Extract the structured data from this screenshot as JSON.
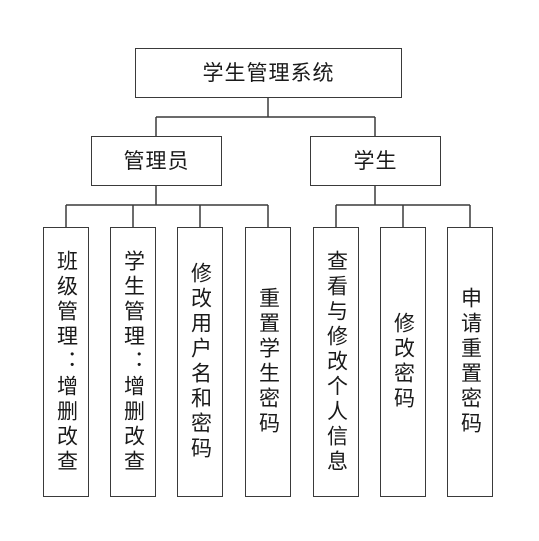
{
  "root": {
    "label": "学生管理系统"
  },
  "groups": [
    {
      "label": "管理员",
      "children": [
        {
          "label": "班级管理：增删改查"
        },
        {
          "label": "学生管理：增删改查"
        },
        {
          "label": "修改用户名和密码"
        },
        {
          "label": "重置学生密码"
        }
      ]
    },
    {
      "label": "学生",
      "children": [
        {
          "label": "查看与修改个人信息"
        },
        {
          "label": "修改密码"
        },
        {
          "label": "申请重置密码"
        }
      ]
    }
  ],
  "colors": {
    "line": "#3a3a3a",
    "text": "#1a1a1a",
    "background": "#ffffff"
  }
}
